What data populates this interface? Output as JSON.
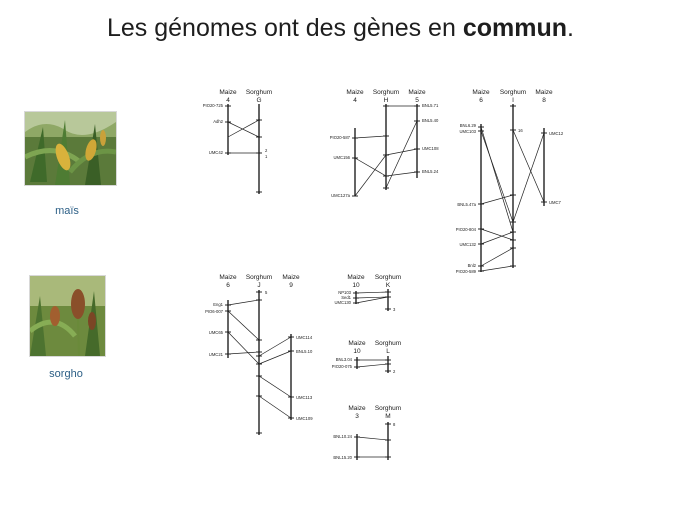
{
  "title": {
    "main": "Les génomes ont des gènes en ",
    "bold": "commun",
    "end": "."
  },
  "photos": {
    "maize_caption": "maïs",
    "sorghum_caption": "sorgho"
  },
  "panels": {
    "G": {
      "h": [
        "Maize",
        "4",
        "Sorghum",
        "G"
      ],
      "m": [
        "PIO20-725",
        "Adh2",
        "UMC42"
      ],
      "n": [
        "2",
        "1"
      ]
    },
    "H": {
      "h": [
        "Maize",
        "4",
        "Sorghum",
        "H",
        "Maize",
        "5"
      ],
      "m": [
        "PIO20-587",
        "UMC156",
        "UMC127a",
        "BNL5.71",
        "BNL5.40",
        "UMC108",
        "BNL5.24"
      ]
    },
    "I": {
      "h": [
        "Maize",
        "6",
        "Sorghum",
        "I",
        "Maize",
        "8"
      ],
      "m": [
        "BNL6.29",
        "UMC103",
        "BNL5.47a",
        "PIO20-804",
        "UMC132",
        "Bnl2",
        "PIO20-589",
        "UMC12",
        "UMC7"
      ],
      "n": [
        "16"
      ]
    },
    "J": {
      "h": [
        "Maize",
        "6",
        "Sorghum",
        "J",
        "Maize",
        "9"
      ],
      "m": [
        "Eng1",
        "PIO6-007",
        "UMC65",
        "UMC21",
        "UMC114",
        "BNL5.10",
        "UMC113",
        "UMC109"
      ],
      "n": [
        "5"
      ]
    },
    "K": {
      "h": [
        "Maize",
        "10",
        "Sorghum",
        "K"
      ],
      "m": [
        "NP103",
        "Sed1",
        "UMC130"
      ],
      "n": [
        "3"
      ]
    },
    "L": {
      "h": [
        "Maize",
        "10",
        "Sorghum",
        "L"
      ],
      "m": [
        "BNL3.04",
        "PIO20-075"
      ],
      "n": [
        "2"
      ]
    },
    "M": {
      "h": [
        "Maize",
        "3",
        "Sorghum",
        "M"
      ],
      "m": [
        "BNL10.24",
        "BNL15.20"
      ],
      "n": [
        "8"
      ]
    }
  }
}
